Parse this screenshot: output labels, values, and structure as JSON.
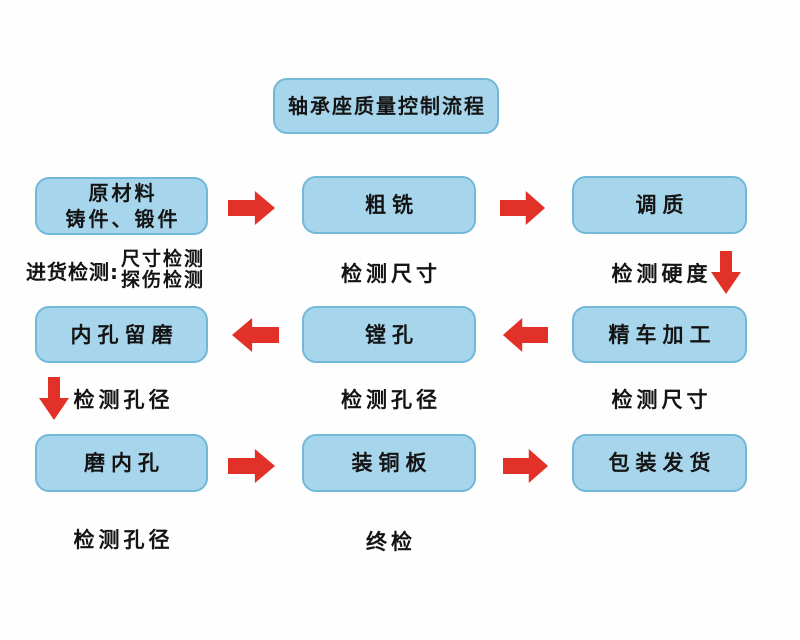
{
  "title": "轴承座质量控制流程",
  "colors": {
    "box_fill": "#a7d6ec",
    "box_border": "#72b9d8",
    "arrow_red": "#e23128",
    "text": "#141414",
    "background": "#fefefe"
  },
  "nodes": [
    {
      "name": "raw-material",
      "lines": [
        "原材料",
        "铸件、锻件"
      ]
    },
    {
      "name": "rough-milling",
      "lines": [
        "粗铣"
      ]
    },
    {
      "name": "quench-temper",
      "lines": [
        "调质"
      ]
    },
    {
      "name": "bore-grind-allowance",
      "lines": [
        "内孔留磨"
      ]
    },
    {
      "name": "boring",
      "lines": [
        "镗孔"
      ]
    },
    {
      "name": "fine-turning",
      "lines": [
        "精车加工"
      ]
    },
    {
      "name": "grind-inner-bore",
      "lines": [
        "磨内孔"
      ]
    },
    {
      "name": "fit-copper-plate",
      "lines": [
        "装铜板"
      ]
    },
    {
      "name": "pack-and-ship",
      "lines": [
        "包装发货"
      ]
    }
  ],
  "inspections": {
    "incoming_label": "进货检测:",
    "incoming_items": [
      "尺寸检测",
      "探伤检测"
    ],
    "after_rough_milling": "检测尺寸",
    "after_quench_temper": "检测硬度",
    "after_bore_grind_allowance": "检测孔径",
    "after_boring": "检测孔径",
    "after_fine_turning": "检测尺寸",
    "after_grind_inner_bore": "检测孔径",
    "final_inspection": "终检"
  }
}
